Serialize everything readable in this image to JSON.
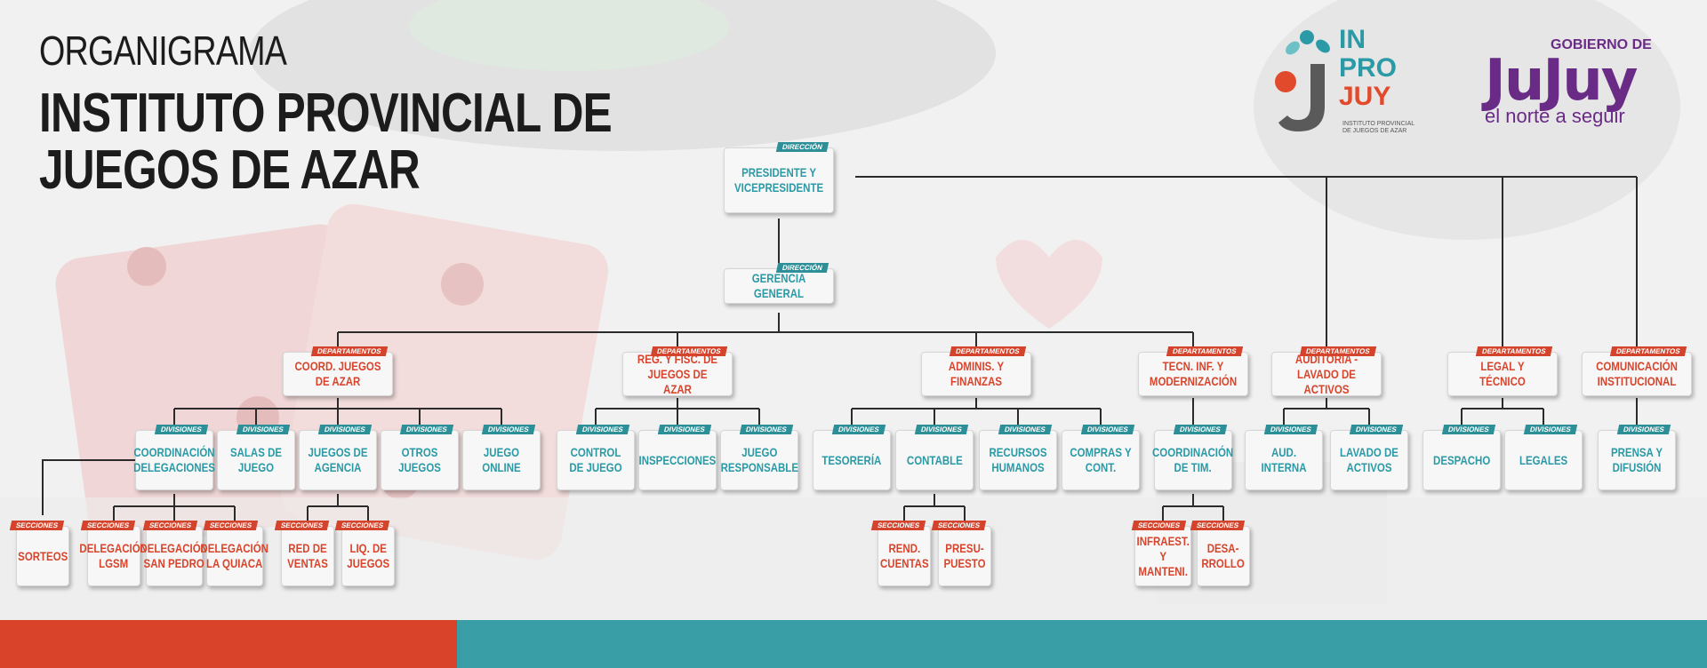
{
  "header": {
    "subtitle": "ORGANIGRAMA",
    "title": "INSTITUTO PROVINCIAL DE JUEGOS DE AZAR"
  },
  "logos": {
    "inprojuy": {
      "line1": "IN",
      "line2": "PRO",
      "line3": "JUY",
      "caption": "INSTITUTO PROVINCIAL DE JUEGOS DE AZAR"
    },
    "jujuy": {
      "top": "GOBIERNO DE",
      "name": "JuJuy",
      "tagline": "el norte a seguir"
    }
  },
  "colors": {
    "teal": "#2a9aa6",
    "red": "#d8452d",
    "purple": "#6a2b86"
  },
  "org": {
    "direccion": [
      {
        "tag": "DIRECCIÓN",
        "label": "PRESIDENTE Y VICEPRESIDENTE"
      },
      {
        "tag": "DIRECCIÓN",
        "label": "GERENCIA GENERAL"
      }
    ],
    "departamentos": [
      {
        "tag": "DEPARTAMENTOS",
        "label": "COORD. JUEGOS DE AZAR"
      },
      {
        "tag": "DEPARTAMENTOS",
        "label": "REG. Y FISC. DE JUEGOS DE AZAR"
      },
      {
        "tag": "DEPARTAMENTOS",
        "label": "ADMINIS. Y FINANZAS"
      },
      {
        "tag": "DEPARTAMENTOS",
        "label": "TECN. INF. Y MODERNIZACIÓN"
      },
      {
        "tag": "DEPARTAMENTOS",
        "label": "AUDITORIA - LAVADO DE ACTIVOS"
      },
      {
        "tag": "DEPARTAMENTOS",
        "label": "LEGAL Y TÉCNICO"
      },
      {
        "tag": "DEPARTAMENTOS",
        "label": "COMUNICACIÓN INSTITUCIONAL"
      }
    ],
    "divisiones": [
      {
        "tag": "DIVISIONES",
        "label": "COORDINACIÓN DELEGACIONES"
      },
      {
        "tag": "DIVISIONES",
        "label": "SALAS DE JUEGO"
      },
      {
        "tag": "DIVISIONES",
        "label": "JUEGOS DE AGENCIA"
      },
      {
        "tag": "DIVISIONES",
        "label": "OTROS JUEGOS"
      },
      {
        "tag": "DIVISIONES",
        "label": "JUEGO ONLINE"
      },
      {
        "tag": "DIVISIONES",
        "label": "CONTROL DE JUEGO"
      },
      {
        "tag": "DIVISIONES",
        "label": "INSPECCIONES"
      },
      {
        "tag": "DIVISIONES",
        "label": "JUEGO RESPONSABLE"
      },
      {
        "tag": "DIVISIONES",
        "label": "TESORERÍA"
      },
      {
        "tag": "DIVISIONES",
        "label": "CONTABLE"
      },
      {
        "tag": "DIVISIONES",
        "label": "RECURSOS HUMANOS"
      },
      {
        "tag": "DIVISIONES",
        "label": "COMPRAS Y CONT."
      },
      {
        "tag": "DIVISIONES",
        "label": "COORDINACIÓN DE TIM."
      },
      {
        "tag": "DIVISIONES",
        "label": "AUD. INTERNA"
      },
      {
        "tag": "DIVISIONES",
        "label": "LAVADO DE ACTIVOS"
      },
      {
        "tag": "DIVISIONES",
        "label": "DESPACHO"
      },
      {
        "tag": "DIVISIONES",
        "label": "LEGALES"
      },
      {
        "tag": "DIVISIONES",
        "label": "PRENSA Y DIFUSIÓN"
      }
    ],
    "secciones": [
      {
        "tag": "SECCIONES",
        "label": "SORTEOS"
      },
      {
        "tag": "SECCIONES",
        "label": "DELEGACIÓN LGSM"
      },
      {
        "tag": "SECCIONES",
        "label": "DELEGACIÓN SAN PEDRO"
      },
      {
        "tag": "SECCIONES",
        "label": "DELEGACIÓN LA QUIACA"
      },
      {
        "tag": "SECCIONES",
        "label": "RED DE VENTAS"
      },
      {
        "tag": "SECCIONES",
        "label": "LIQ. DE JUEGOS"
      },
      {
        "tag": "SECCIONES",
        "label": "REND. CUENTAS"
      },
      {
        "tag": "SECCIONES",
        "label": "PRESU-PUESTO"
      },
      {
        "tag": "SECCIONES",
        "label": "INFRAEST. Y MANTENI."
      },
      {
        "tag": "SECCIONES",
        "label": "DESA-RROLLO"
      }
    ]
  }
}
